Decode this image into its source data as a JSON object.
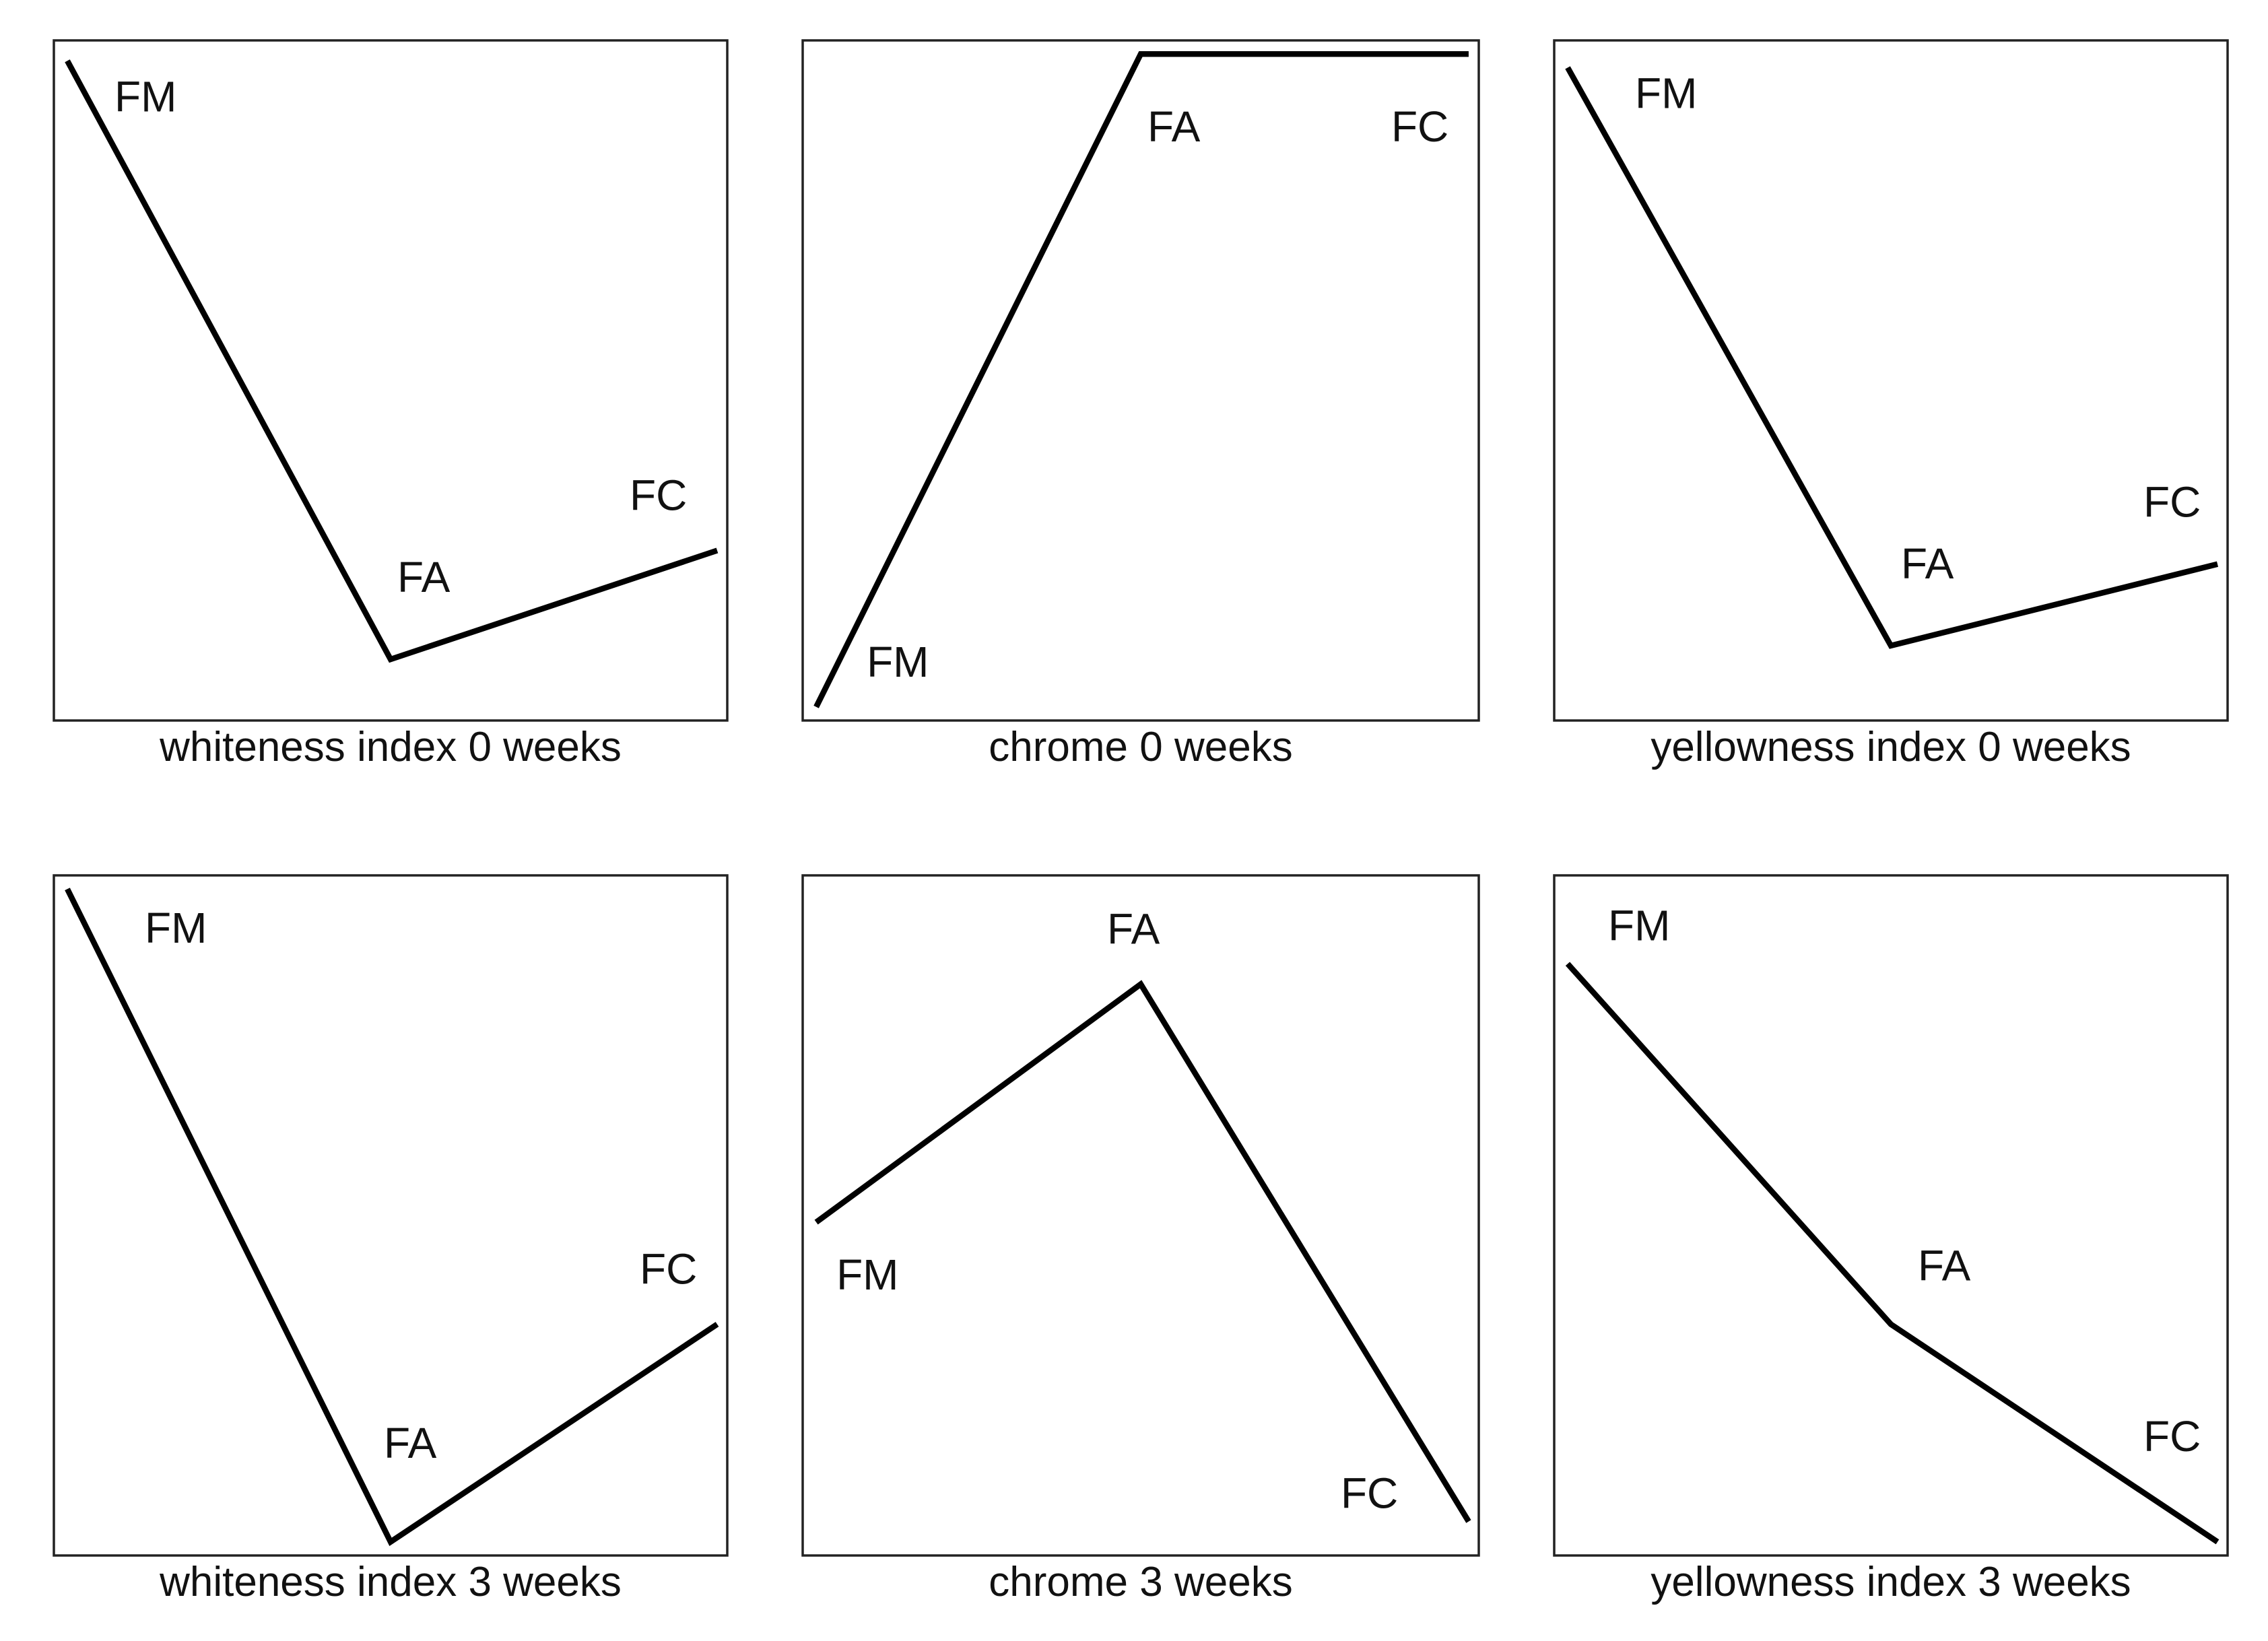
{
  "chart_data": [
    {
      "type": "line",
      "title": "whiteness index 0 weeks",
      "categories": [
        "FM",
        "FA",
        "FC"
      ],
      "values": [
        0.97,
        0.09,
        0.25
      ],
      "ylim": [
        0,
        1
      ],
      "grid": false
    },
    {
      "type": "line",
      "title": "chrome 0 weeks",
      "categories": [
        "FM",
        "FA",
        "FC"
      ],
      "values": [
        0.02,
        0.98,
        0.98
      ],
      "ylim": [
        0,
        1
      ],
      "grid": false
    },
    {
      "type": "line",
      "title": "yellowness index 0 weeks",
      "categories": [
        "FM",
        "FA",
        "FC"
      ],
      "values": [
        0.96,
        0.11,
        0.23
      ],
      "ylim": [
        0,
        1
      ],
      "grid": false
    },
    {
      "type": "line",
      "title": "whiteness index 3 weeks",
      "categories": [
        "FM",
        "FA",
        "FC"
      ],
      "values": [
        0.98,
        0.02,
        0.34
      ],
      "ylim": [
        0,
        1
      ],
      "grid": false
    },
    {
      "type": "line",
      "title": "chrome 3 weeks",
      "categories": [
        "FM",
        "FA",
        "FC"
      ],
      "values": [
        0.49,
        0.84,
        0.05
      ],
      "ylim": [
        0,
        1
      ],
      "grid": false
    },
    {
      "type": "line",
      "title": "yellowness index 3 weeks",
      "categories": [
        "FM",
        "FA",
        "FC"
      ],
      "values": [
        0.87,
        0.34,
        0.02
      ],
      "ylim": [
        0,
        1
      ],
      "grid": false
    }
  ],
  "colors": {
    "line": "#000000",
    "frame": "#222222",
    "text": "#111111"
  }
}
